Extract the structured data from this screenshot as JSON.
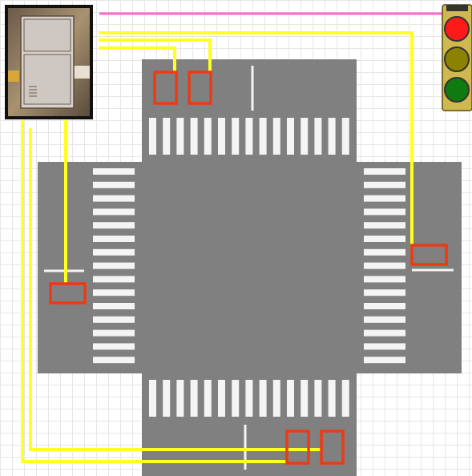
{
  "diagram": {
    "type": "traffic-intersection-sensor-wiring",
    "colors": {
      "road": "#808080",
      "marking": "#f4f4f4",
      "sensor_loop": "#ee3a12",
      "wire": "#ffff22",
      "signal_wire": "#ff66cc",
      "traffic_light_housing": "#cfb84f",
      "light_red": "#ff1a1a",
      "light_yellow": "#8a8200",
      "light_green": "#0f7a0f",
      "controller_frame": "#111111",
      "controller_cabinet": "#d8d0cc"
    },
    "components": {
      "controller": {
        "icon": "traffic-controller-cabinet-photo",
        "label": ""
      },
      "traffic_light": {
        "icon": "traffic-signal-icon",
        "active": "red"
      },
      "sensor_loop_count": 6
    }
  }
}
